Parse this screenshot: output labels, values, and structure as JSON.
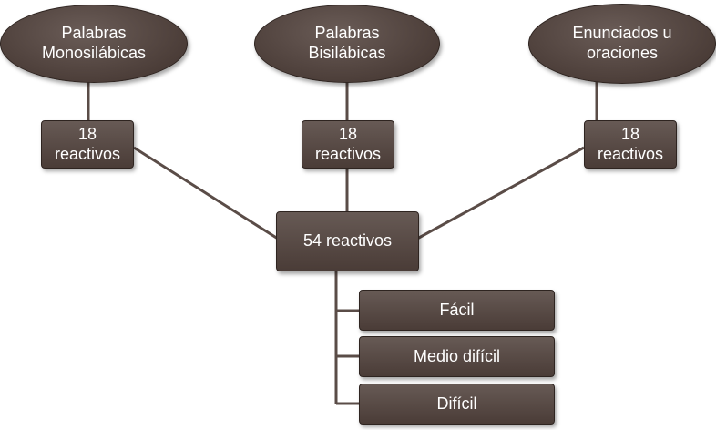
{
  "categories": [
    {
      "name_line1": "Palabras",
      "name_line2": "Monosilábicas",
      "count": "18",
      "unit": "reactivos"
    },
    {
      "name_line1": "Palabras",
      "name_line2": "Bisilábicas",
      "count": "18",
      "unit": "reactivos"
    },
    {
      "name_line1": "Enunciados u",
      "name_line2": "oraciones",
      "count": "18",
      "unit": "reactivos"
    }
  ],
  "total": "54 reactivos",
  "levels": [
    "Fácil",
    "Medio difícil",
    "Difícil"
  ],
  "colors": {
    "node_fill": "#4f413c",
    "line": "#5a4c47"
  }
}
